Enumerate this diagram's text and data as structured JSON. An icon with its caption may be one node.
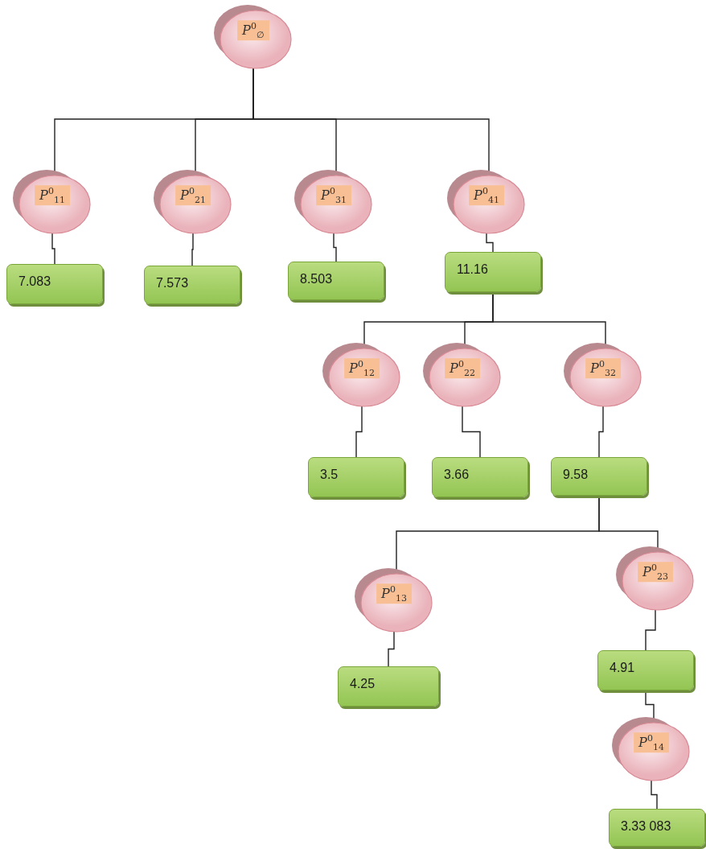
{
  "diagram": {
    "nodes": [
      {
        "text": [
          "P$^{0}$$_{∅}$"
        ]
      },
      {
        "text": [
          "P$^{0}$$_{11}$"
        ]
      },
      {
        "text": [
          "P$^{0}$$_{21}$"
        ]
      },
      {
        "text": [
          "P$^{0}$$_{31}$"
        ]
      },
      {
        "text": [
          "P$^{0}$$_{41}$"
        ]
      },
      {
        "text": [
          "7.083"
        ]
      },
      {
        "text": [
          "7.573"
        ]
      },
      {
        "text": [
          "8.503"
        ]
      },
      {
        "text": [
          "11.16"
        ]
      },
      {
        "text": [
          "P$^{0}$$_{12}$"
        ]
      },
      {
        "text": [
          "P$^{0}$$_{22}$"
        ]
      },
      {
        "text": [
          "P$^{0}$$_{32}$"
        ]
      },
      {
        "text": [
          "3.5"
        ]
      },
      {
        "text": [
          "3.66"
        ]
      },
      {
        "text": [
          "9.58"
        ]
      },
      {
        "text": [
          "P$^{0}$$_{13}$"
        ]
      },
      {
        "text": [
          "P$^{0}$$_{23}$"
        ]
      },
      {
        "text": [
          "4.25"
        ]
      },
      {
        "text": [
          "4.91"
        ]
      },
      {
        "text": [
          "P$^{0}$$_{14}$"
        ]
      },
      {
        "text": [
          "3.33 083"
        ]
      }
    ],
    "edges": [
      {
        "from": 0,
        "to": 1,
        "arrow": "none"
      },
      {
        "from": 0,
        "to": 2,
        "arrow": "none"
      },
      {
        "from": 0,
        "to": 3,
        "arrow": "none"
      },
      {
        "from": 0,
        "to": 4,
        "arrow": "none"
      },
      {
        "from": 1,
        "to": 5,
        "arrow": "none"
      },
      {
        "from": 2,
        "to": 6,
        "arrow": "none"
      },
      {
        "from": 3,
        "to": 7,
        "arrow": "none"
      },
      {
        "from": 4,
        "to": 8,
        "arrow": "none"
      },
      {
        "from": 8,
        "to": 9,
        "arrow": "none"
      },
      {
        "from": 8,
        "to": 10,
        "arrow": "none"
      },
      {
        "from": 8,
        "to": 11,
        "arrow": "none"
      },
      {
        "from": 9,
        "to": 12,
        "arrow": "none"
      },
      {
        "from": 10,
        "to": 13,
        "arrow": "none"
      },
      {
        "from": 11,
        "to": 14,
        "arrow": "none"
      },
      {
        "from": 14,
        "to": 15,
        "arrow": "none"
      },
      {
        "from": 14,
        "to": 16,
        "arrow": "none"
      },
      {
        "from": 15,
        "to": 17,
        "arrow": "none"
      },
      {
        "from": 16,
        "to": 18,
        "arrow": "none"
      },
      {
        "from": 18,
        "to": 19,
        "arrow": "none"
      },
      {
        "from": 19,
        "to": 20,
        "arrow": "none"
      }
    ]
  }
}
